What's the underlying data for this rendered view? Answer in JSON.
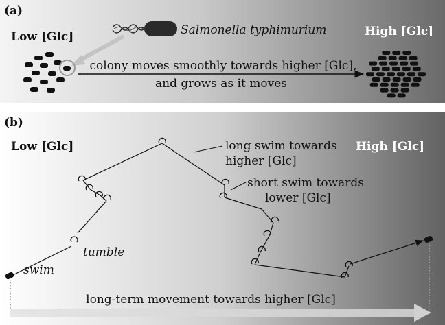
{
  "panel_a": {
    "label": "(a)",
    "low_label": "Low [Glc]",
    "high_label": "High [Glc]",
    "organism": "Salmonella typhimurium",
    "caption_line1": "colony moves smoothly towards higher [Glc],",
    "caption_line2": "and grows as it moves"
  },
  "panel_b": {
    "label": "(b)",
    "low_label": "Low [Glc]",
    "high_label": "High [Glc]",
    "long_swim_line1": "long swim towards",
    "long_swim_line2": "higher [Glc]",
    "short_swim_line1": "short swim towards",
    "short_swim_line2": "lower [Glc]",
    "tumble_label": "tumble",
    "swim_label": "swim",
    "long_term_label": "long-term movement towards higher [Glc]"
  },
  "colors": {
    "gradient_light": "#ffffff",
    "gradient_dark": "#6e6e6e",
    "ink": "#111111",
    "highlight_arrow": "#bdbdbd"
  }
}
